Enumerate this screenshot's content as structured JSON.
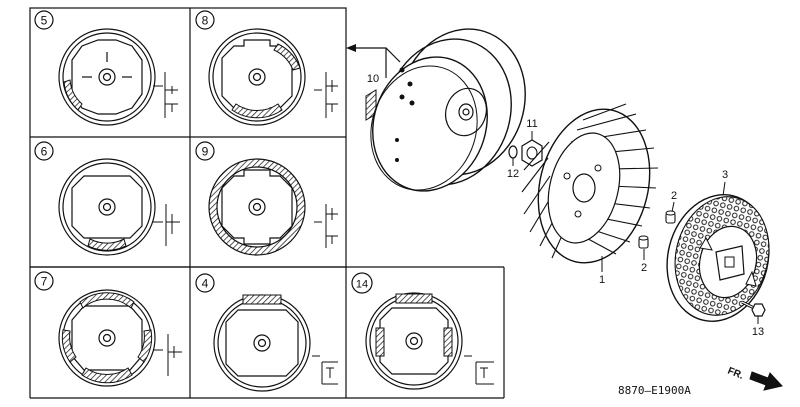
{
  "callouts": {
    "p5": "5",
    "p8": "8",
    "p6": "6",
    "p9": "9",
    "p7": "7",
    "p4": "4",
    "p14": "14",
    "flywheel_magnet": "10",
    "nut": "11",
    "washer": "12",
    "fan": "1",
    "spacer_a": "2",
    "spacer_b": "2",
    "starter_pulley": "3",
    "bolt": "13"
  },
  "figure_code": "8870—E1900A",
  "direction_label": "FR.",
  "colors": {
    "ink": "#111111",
    "paper": "#ffffff"
  }
}
